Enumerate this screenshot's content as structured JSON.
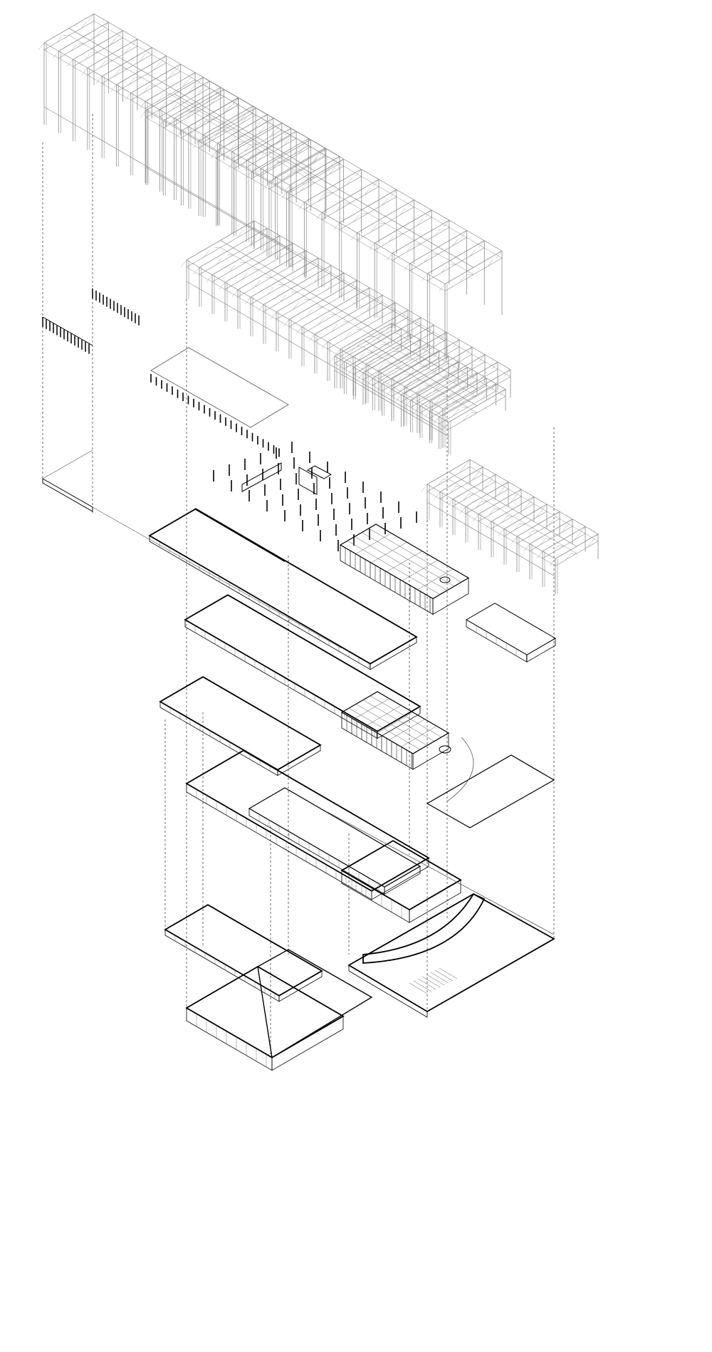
{
  "colors": {
    "background": "#ffffff",
    "structure_line": "#8a8a8a",
    "floor_outline": "#000000",
    "interior_line": "#555555",
    "guide_line": "#444444"
  },
  "layers": {
    "roof_trusses": {
      "frame_count_main": 34,
      "frame_count_secondary": 20
    },
    "floor_plates": 6
  }
}
